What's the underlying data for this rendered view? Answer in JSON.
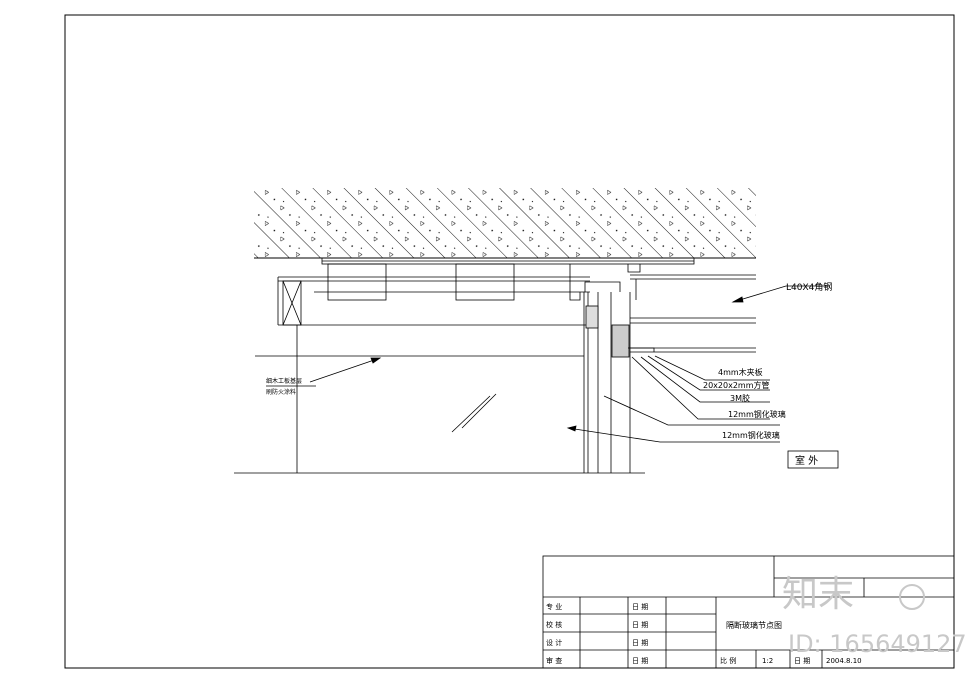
{
  "colors": {
    "line": "#000000",
    "watermark": "#c8c8c8",
    "background": "#ffffff"
  },
  "callouts": {
    "angle_steel": "L40X4角钢",
    "wood_board": "4mm木夹板",
    "tube": "20x20x2mm方管",
    "glue": "3M胶",
    "glass_a": "12mm钢化玻璃",
    "glass_b": "12mm钢化玻璃",
    "left_a": "细木工板基层",
    "left_b": "刷防火涂料"
  },
  "outdoor_label": "室 外",
  "title_block": {
    "drawing_title": "隔断玻璃节点图",
    "rows": [
      {
        "left": "专  业",
        "right": "日  期"
      },
      {
        "left": "校  核",
        "right": "日  期"
      },
      {
        "left": "设  计",
        "right": "日  期"
      },
      {
        "left": "审  查",
        "right": "日  期"
      }
    ],
    "scale_label": "比  例",
    "scale_value": "1:2",
    "date_label": "日  期",
    "date_value": "2004.8.10"
  },
  "watermark": {
    "brand": "知末",
    "id": "ID: 165649127"
  }
}
